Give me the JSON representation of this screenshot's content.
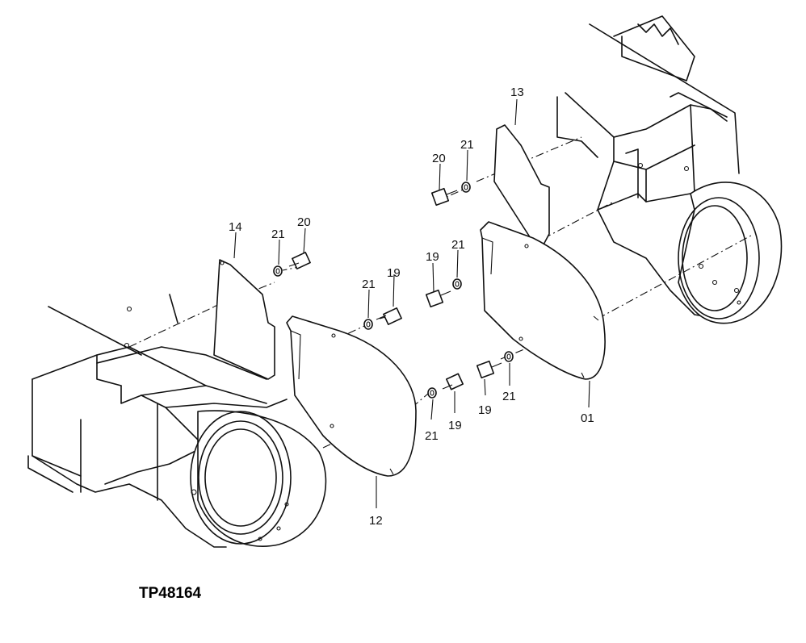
{
  "figure_id": "TP48164",
  "callouts": {
    "c01": "01",
    "c12": "12",
    "c13": "13",
    "c14": "14",
    "c19a": "19",
    "c19b": "19",
    "c19c": "19",
    "c19d": "19",
    "c20a": "20",
    "c20b": "20",
    "c21a": "21",
    "c21b": "21",
    "c21c": "21",
    "c21d": "21",
    "c21e": "21",
    "c21f": "21"
  }
}
